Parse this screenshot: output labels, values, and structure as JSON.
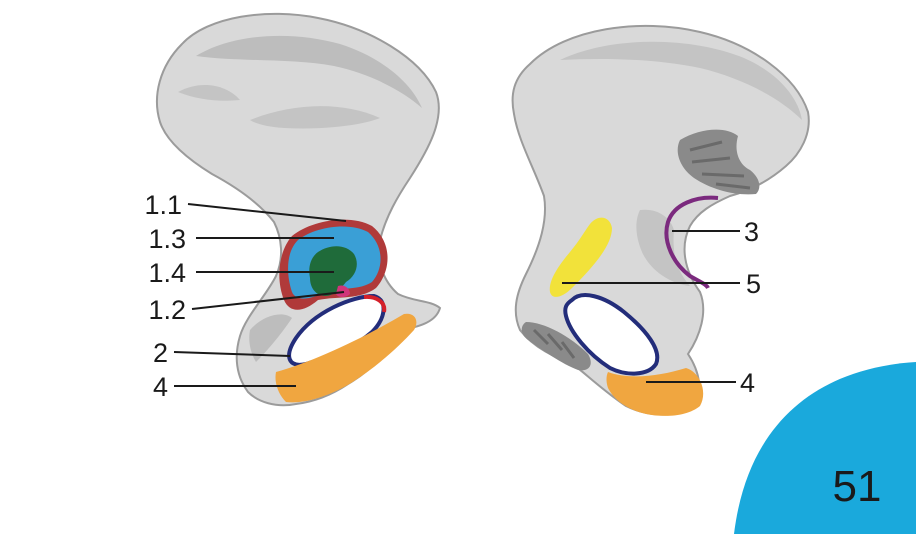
{
  "left_figure": {
    "labels": [
      "1.1",
      "1.3",
      "1.4",
      "1.2",
      "2",
      "4"
    ]
  },
  "right_figure": {
    "labels": [
      "3",
      "5",
      "4"
    ]
  },
  "page_number": "51",
  "colors": {
    "bone": "#d9d9d9",
    "bone_shade": "#bdbdbd",
    "bone_outline": "#9b9b9b",
    "rim_red": "#b03a3a",
    "lunate_blue": "#3a9fd6",
    "fossa_green": "#1f6b3a",
    "notch_pink": "#d0357a",
    "foramen_navy": "#232d7a",
    "tuber_orange": "#f0a640",
    "sciatic_purple": "#7b2a7e",
    "auricular_yellow": "#f2e23a",
    "corner_cyan": "#1aa9dc"
  }
}
